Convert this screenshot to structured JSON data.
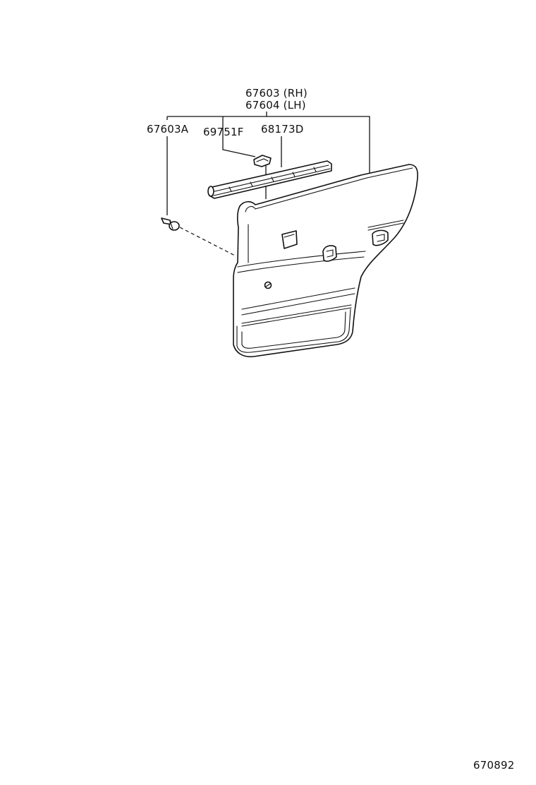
{
  "labels": {
    "rh": "67603 (RH)",
    "lh": "67604 (LH)",
    "clip": "67603A",
    "retainer": "69751F",
    "weatherstrip": "68173D"
  },
  "figure_number": "670892"
}
